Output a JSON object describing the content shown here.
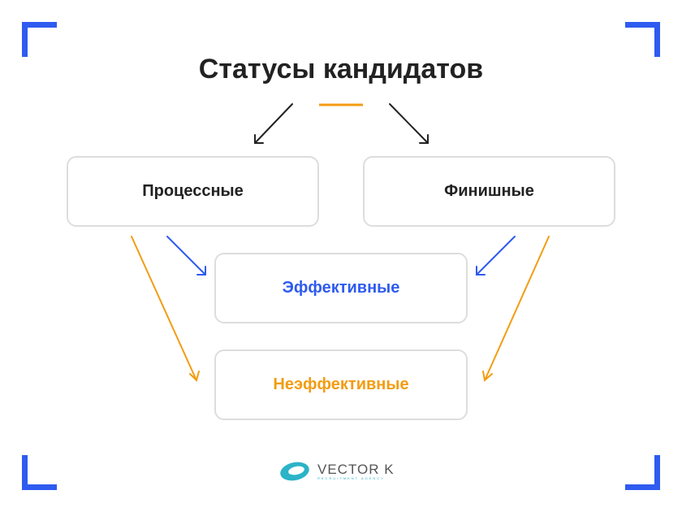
{
  "title": "Статусы кандидатов",
  "nodes": {
    "process": "Процессные",
    "finish": "Финишные",
    "effective": "Эффективные",
    "ineffective": "Неэффективные"
  },
  "colors": {
    "accent_blue": "#2f5bf0",
    "accent_orange": "#f39c12",
    "text": "#222222"
  },
  "logo": {
    "name": "VECTOR K",
    "tagline": "RECRUITMENT AGENCY"
  }
}
